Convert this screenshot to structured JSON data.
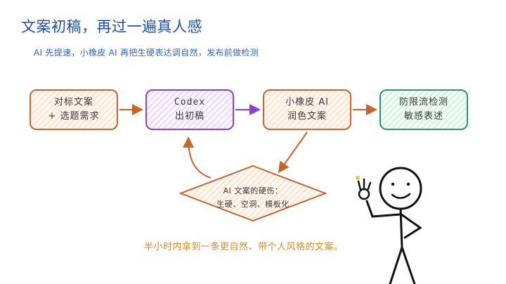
{
  "title": "文案初稿，再过一遍真人感",
  "subtitle": "AI 先提速，小橡皮 AI 再把生硬表达调自然，发布前做检测",
  "nodes": [
    {
      "line1": "对标文案",
      "line2": "+ 选题需求",
      "color": "#c9652b"
    },
    {
      "line1": "Codex",
      "line2": "出初稿",
      "color": "#8a3fd8"
    },
    {
      "line1": "小橡皮 AI",
      "line2": "润色文案",
      "color": "#c9652b"
    },
    {
      "line1": "防限流检测",
      "line2": "敏感表述",
      "color": "#2f9466"
    }
  ],
  "problem": {
    "line1": "AI 文案的硬伤：",
    "line2": "生硬、空洞、模板化",
    "color": "#c9652b"
  },
  "conclusion": "半小时内拿到一条更自然、带个人风格的文案。",
  "colors": {
    "title": "#1f4fb3",
    "accent_orange": "#e48a1a",
    "purple": "#8a3fd8",
    "green": "#2f9466"
  }
}
